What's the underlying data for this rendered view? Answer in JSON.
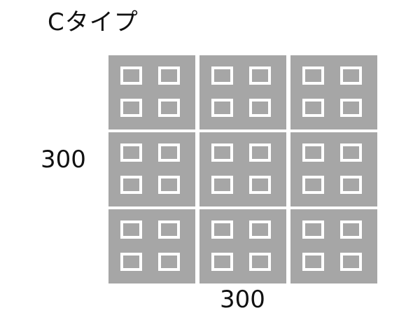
{
  "title": "Cタイプ",
  "dimensions": {
    "height": "300",
    "width": "300"
  },
  "colors": {
    "tile": "#a6a6a6",
    "background": "#ffffff",
    "text": "#111111"
  }
}
